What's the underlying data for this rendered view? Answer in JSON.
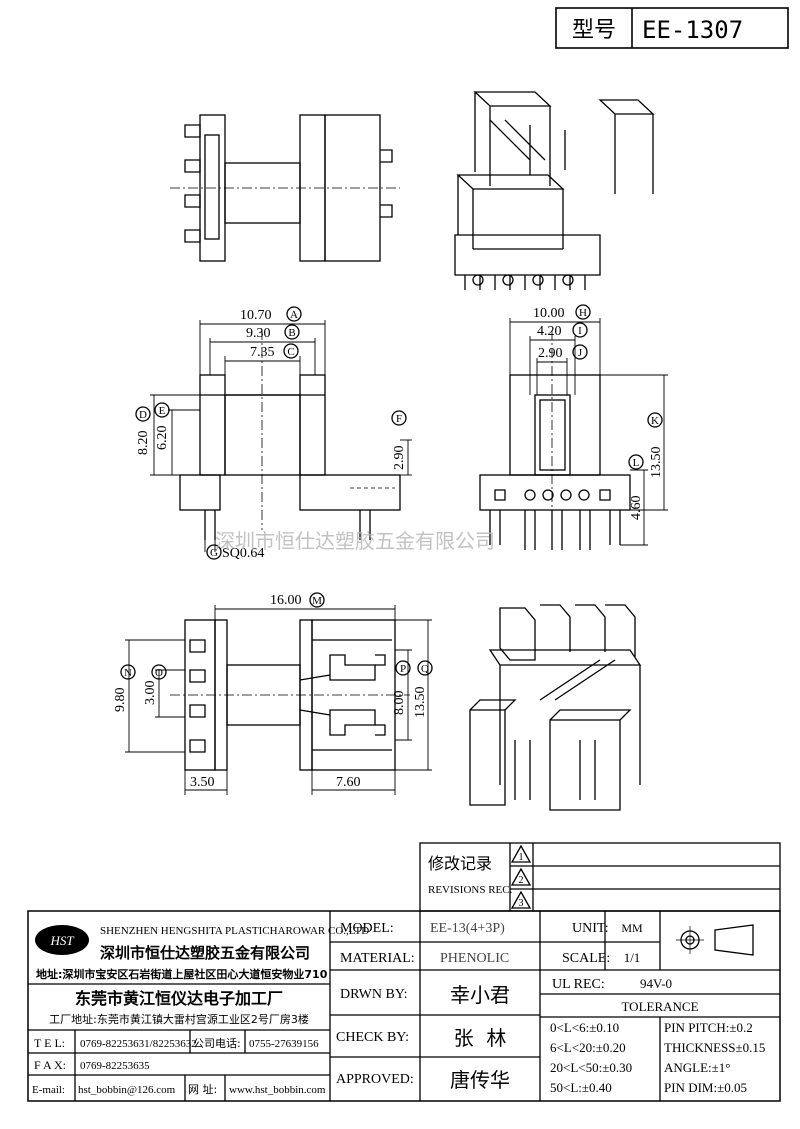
{
  "header": {
    "model_label": "型号",
    "model_value": "EE-1307"
  },
  "dims": {
    "A": {
      "value": "10.70",
      "letter": "A"
    },
    "B": {
      "value": "9.30",
      "letter": "B"
    },
    "C": {
      "value": "7.35",
      "letter": "C"
    },
    "D": {
      "value": "8.20",
      "letter": "D"
    },
    "E": {
      "value": "6.20",
      "letter": "E"
    },
    "F": {
      "value": "2.90",
      "letter": "F"
    },
    "G": {
      "value": "SQ0.64",
      "letter": "G"
    },
    "H": {
      "value": "10.00",
      "letter": "H"
    },
    "I": {
      "value": "4.20",
      "letter": "I"
    },
    "J": {
      "value": "2.90",
      "letter": "J"
    },
    "K": {
      "value": "13.50",
      "letter": "K"
    },
    "L": {
      "value": "4.60",
      "letter": "L"
    },
    "M": {
      "value": "16.00",
      "letter": "M"
    },
    "N": {
      "value": "9.80",
      "letter": "N"
    },
    "O": {
      "value": "3.00",
      "letter": "O"
    },
    "P": {
      "value": "8.00",
      "letter": "P"
    },
    "Q": {
      "value": "13.50",
      "letter": "Q"
    },
    "bottom_left": "3.50",
    "bottom_right": "7.60"
  },
  "watermark": "深圳市恒仕达塑胶五金有限公司",
  "revisions": {
    "title_cn": "修改记录",
    "title_en": "REVISIONS REC.",
    "markers": [
      "1",
      "2",
      "3"
    ]
  },
  "company": {
    "logo": "HST",
    "name_en": "SHENZHEN HENGSHITA PLASTICHAROWAR CO.,LTD",
    "name_cn": "深圳市恒仕达塑胶五金有限公司",
    "address1": "地址:深圳市宝安区石岩街道上屋社区田心大道恒安物业710",
    "factory": "东莞市黄江恒仪达电子加工厂",
    "address2": "工厂地址:东莞市黄江镇大雷村宫源工业区2号厂房3楼",
    "tel_label": "T E L:",
    "tel_value": "0769-82253631/82253632",
    "office_label": "公司电话:",
    "office_value": "0755-27639156",
    "fax_label": "F A X:",
    "fax_value": "0769-82253635",
    "email_label": "E-mail:",
    "email_value": "hst_bobbin@126.com",
    "web_label": "网 址:",
    "web_value": "www.hst_bobbin.com"
  },
  "title_block": {
    "model_label": "MODEL:",
    "model_value": "EE-13(4+3P)",
    "material_label": "MATERIAL:",
    "material_value": "PHENOLIC",
    "drawn_label": "DRWN BY:",
    "drawn_value": "幸小君",
    "check_label": "CHECK BY:",
    "check_value": "张  林",
    "approved_label": "APPROVED:",
    "approved_value": "唐传华",
    "unit_label": "UNIT:",
    "unit_value": "MM",
    "scale_label": "SCALE:",
    "scale_value": "1/1",
    "ul_label": "UL REC:",
    "ul_value": "94V-0",
    "tolerance_label": "TOLERANCE",
    "tol": [
      "0<L<6:±0.10",
      "6<L<20:±0.20",
      "20<L<50:±0.30",
      "50<L:±0.40"
    ],
    "pin": [
      "PIN PITCH:±0.2",
      "THICKNESS±0.15",
      "ANGLE:±1°",
      "PIN DIM:±0.05"
    ]
  }
}
